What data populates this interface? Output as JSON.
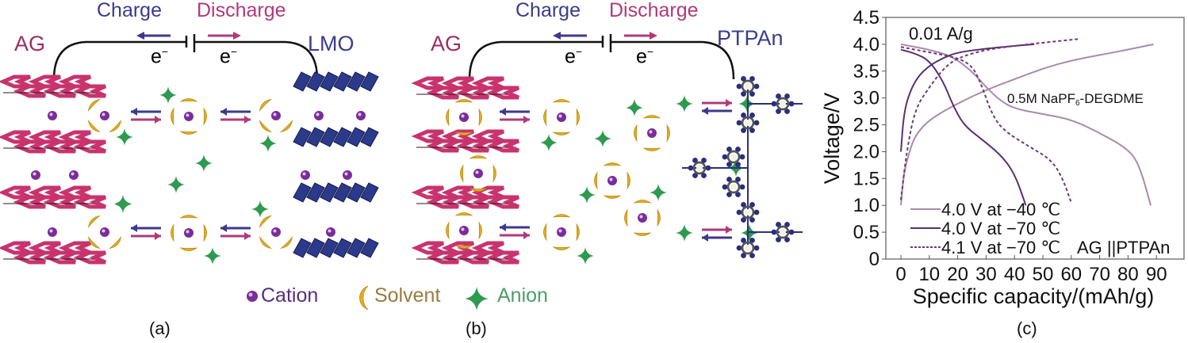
{
  "colors": {
    "charge": "#3b3a8c",
    "discharge": "#b03a78",
    "ag_label": "#9b2d66",
    "cathode_label": "#3c3d8e",
    "graphene": "#c8336e",
    "graphene_edge": "#3a1020",
    "lmo": "#2c3a8c",
    "cation": "#7a2d9a",
    "solvent": "#e0b020",
    "anion": "#2e9a4e",
    "ptpan": "#2b2f7e",
    "legend_cation_text": "#5b2d80",
    "legend_solvent_text": "#9a7a3e",
    "legend_anion_text": "#4aa064",
    "curve_m40": "#a98aac",
    "curve_m70": "#5a2f74",
    "curve_m70_41": "#6b3a76"
  },
  "panel_a": {
    "charge_label": "Charge",
    "discharge_label": "Discharge",
    "anode_label": "AG",
    "cathode_label": "LMO",
    "electron_left": "e",
    "electron_right": "e",
    "electron_sup": "−",
    "caption": "(a)"
  },
  "panel_b": {
    "charge_label": "Charge",
    "discharge_label": "Discharge",
    "anode_label": "AG",
    "cathode_label": "PTPAn",
    "electron_left": "e",
    "electron_right": "e",
    "electron_sup": "−",
    "caption": "(b)"
  },
  "legend": {
    "cation": "Cation",
    "solvent": "Solvent",
    "anion": "Anion"
  },
  "panel_c": {
    "caption": "(c)"
  },
  "chart_data": {
    "type": "line",
    "title": "",
    "xlabel": "Specific capacity/(mAh/g)",
    "ylabel": "Voltage/V",
    "xlim": [
      -5,
      100
    ],
    "ylim": [
      0,
      4.5
    ],
    "xticks": [
      0,
      10,
      20,
      30,
      40,
      50,
      60,
      70,
      80,
      90
    ],
    "yticks": [
      0,
      0.5,
      1.0,
      1.5,
      2.0,
      2.5,
      3.0,
      3.5,
      4.0,
      4.5
    ],
    "ytick_labels": [
      "0",
      "0.5",
      "1.0",
      "1.5",
      "2.0",
      "2.5",
      "3.0",
      "3.5",
      "4.0",
      "4.5"
    ],
    "grid": false,
    "legend_position": "bottom-left",
    "annotations": {
      "current": "0.01 A/g",
      "electrolyte_main": "0.5M NaPF",
      "electrolyte_sub": "6",
      "electrolyte_tail": "-DEGDME",
      "cell": "AG ||PTPAn"
    },
    "series": [
      {
        "name": "4.0 V at −40 ℃",
        "style": "solid",
        "color_key": "curve_m40",
        "charge": [
          [
            0,
            1.0
          ],
          [
            1,
            1.6
          ],
          [
            3,
            2.0
          ],
          [
            5,
            2.3
          ],
          [
            10,
            2.6
          ],
          [
            20,
            2.9
          ],
          [
            30,
            3.15
          ],
          [
            40,
            3.35
          ],
          [
            50,
            3.55
          ],
          [
            60,
            3.7
          ],
          [
            70,
            3.8
          ],
          [
            80,
            3.9
          ],
          [
            89,
            4.0
          ]
        ],
        "discharge": [
          [
            0,
            4.0
          ],
          [
            10,
            3.9
          ],
          [
            18,
            3.78
          ],
          [
            25,
            3.5
          ],
          [
            30,
            3.2
          ],
          [
            35,
            2.95
          ],
          [
            40,
            2.8
          ],
          [
            50,
            2.7
          ],
          [
            60,
            2.6
          ],
          [
            70,
            2.35
          ],
          [
            80,
            2.05
          ],
          [
            84,
            1.75
          ],
          [
            88,
            1.0
          ]
        ]
      },
      {
        "name": "4.0 V at −70 ℃",
        "style": "solid",
        "color_key": "curve_m70",
        "charge": [
          [
            0,
            2.0
          ],
          [
            1,
            2.7
          ],
          [
            3,
            3.1
          ],
          [
            6,
            3.4
          ],
          [
            10,
            3.6
          ],
          [
            15,
            3.75
          ],
          [
            20,
            3.85
          ],
          [
            30,
            3.92
          ],
          [
            40,
            3.97
          ],
          [
            47,
            4.0
          ]
        ],
        "discharge": [
          [
            0,
            3.9
          ],
          [
            5,
            3.83
          ],
          [
            10,
            3.7
          ],
          [
            15,
            3.3
          ],
          [
            18,
            2.9
          ],
          [
            22,
            2.5
          ],
          [
            28,
            2.25
          ],
          [
            35,
            1.95
          ],
          [
            40,
            1.6
          ],
          [
            44,
            1.0
          ]
        ]
      },
      {
        "name": "4.1 V at −70 ℃",
        "style": "dashed",
        "color_key": "curve_m70_41",
        "charge": [
          [
            0,
            1.1
          ],
          [
            2,
            2.0
          ],
          [
            5,
            2.8
          ],
          [
            10,
            3.2
          ],
          [
            15,
            3.55
          ],
          [
            20,
            3.75
          ],
          [
            30,
            3.9
          ],
          [
            40,
            3.97
          ],
          [
            50,
            4.03
          ],
          [
            63,
            4.1
          ]
        ],
        "discharge": [
          [
            0,
            3.95
          ],
          [
            10,
            3.85
          ],
          [
            20,
            3.75
          ],
          [
            25,
            3.6
          ],
          [
            28,
            3.3
          ],
          [
            32,
            2.7
          ],
          [
            36,
            2.4
          ],
          [
            45,
            2.1
          ],
          [
            53,
            1.85
          ],
          [
            57,
            1.5
          ],
          [
            60,
            1.05
          ]
        ]
      }
    ]
  }
}
